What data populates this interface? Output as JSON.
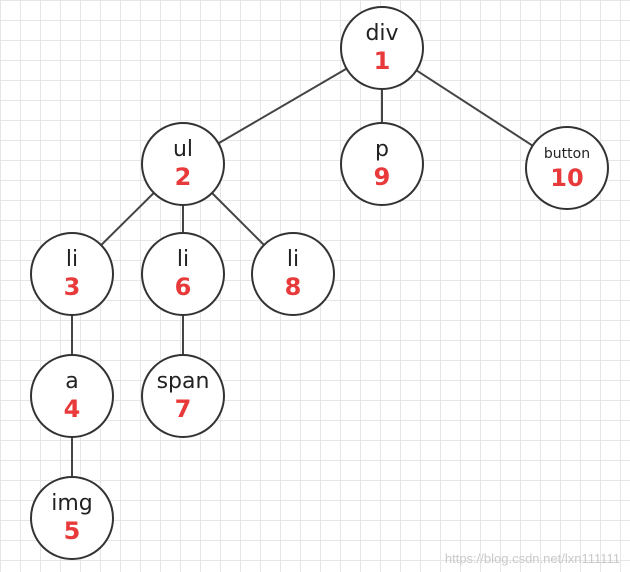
{
  "diagram": {
    "nodes": [
      {
        "id": "n1",
        "tag": "div",
        "num": "1"
      },
      {
        "id": "n2",
        "tag": "ul",
        "num": "2"
      },
      {
        "id": "n3",
        "tag": "li",
        "num": "3"
      },
      {
        "id": "n4",
        "tag": "a",
        "num": "4"
      },
      {
        "id": "n5",
        "tag": "img",
        "num": "5"
      },
      {
        "id": "n6",
        "tag": "li",
        "num": "6"
      },
      {
        "id": "n7",
        "tag": "span",
        "num": "7"
      },
      {
        "id": "n8",
        "tag": "li",
        "num": "8"
      },
      {
        "id": "n9",
        "tag": "p",
        "num": "9"
      },
      {
        "id": "n10",
        "tag": "button",
        "num": "10"
      }
    ],
    "edges": [
      [
        "n1",
        "n2"
      ],
      [
        "n1",
        "n9"
      ],
      [
        "n1",
        "n10"
      ],
      [
        "n2",
        "n3"
      ],
      [
        "n2",
        "n6"
      ],
      [
        "n2",
        "n8"
      ],
      [
        "n3",
        "n4"
      ],
      [
        "n4",
        "n5"
      ],
      [
        "n6",
        "n7"
      ]
    ],
    "colors": {
      "node_border": "#333333",
      "number": "#e83a3a",
      "edge": "#444444"
    }
  },
  "watermark": "https://blog.csdn.net/lxn111111"
}
